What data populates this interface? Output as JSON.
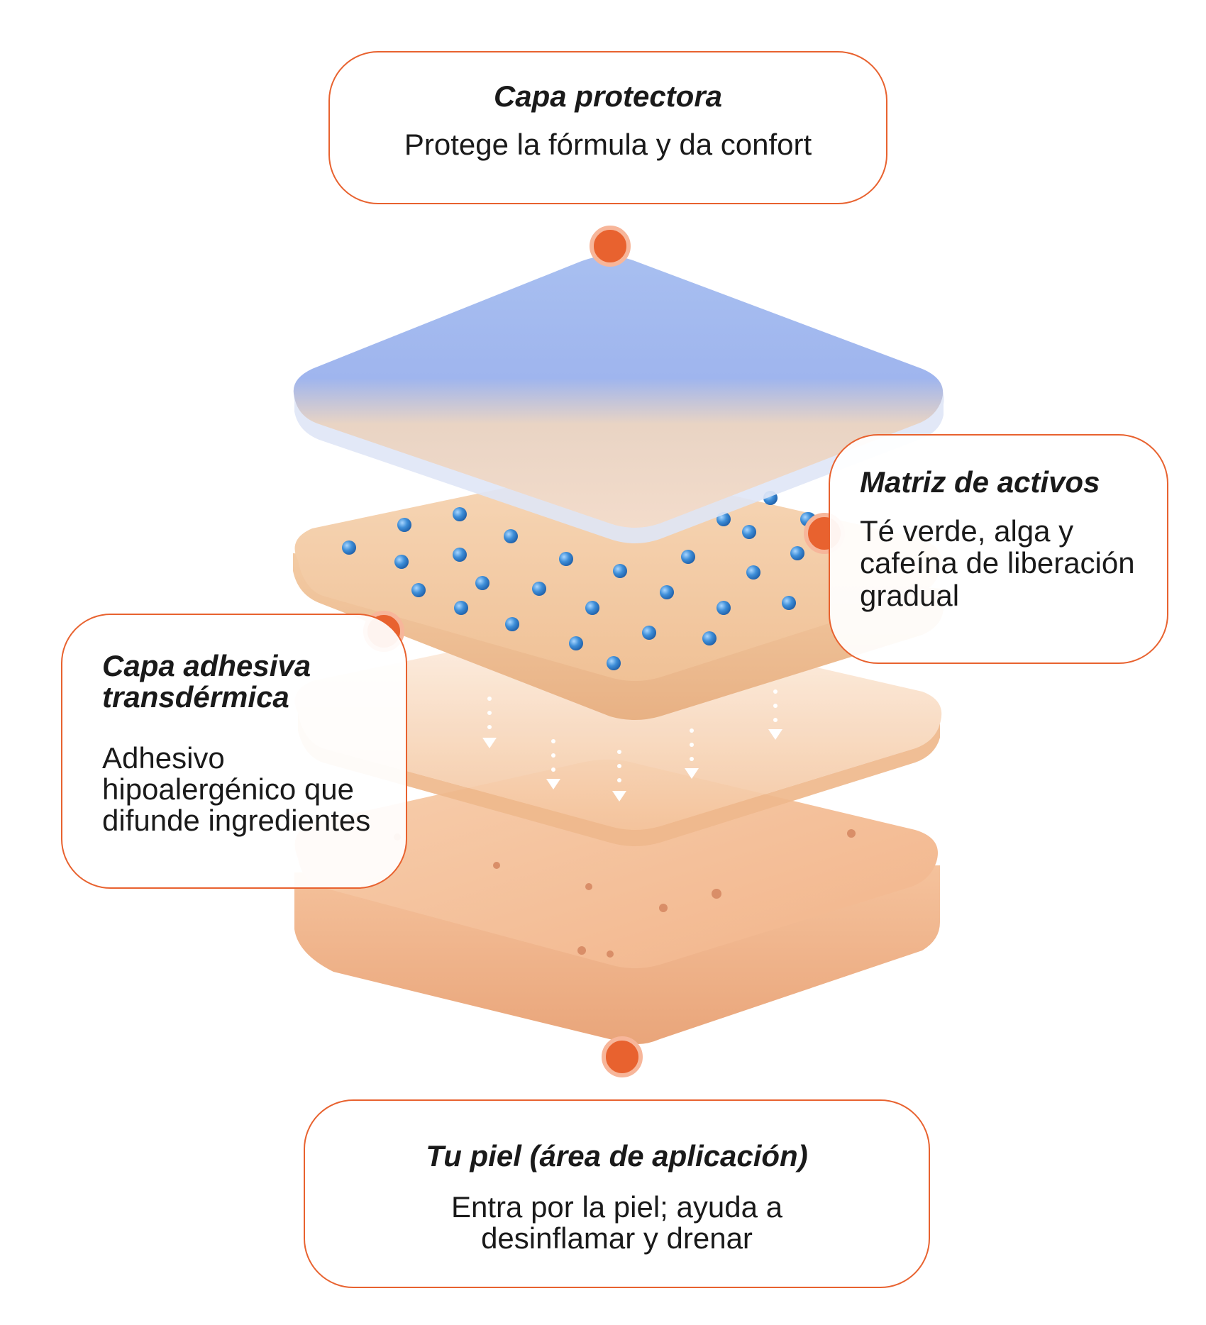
{
  "layers": {
    "protective": {
      "title": "Capa protectora",
      "description": "Protege la fórmula y da confort"
    },
    "active_matrix": {
      "title": "Matriz de activos",
      "description": "Té verde, alga y cafeína de liberación gradual"
    },
    "adhesive": {
      "title": "Capa adhesiva\ntransdérmica",
      "description": "Adhesivo hipoalergénico que difunde ingredientes"
    },
    "skin": {
      "title": "Tu piel (área de aplicación)",
      "description": "Entra por la piel; ayuda a desinflamar y drenar"
    }
  },
  "colors": {
    "accent": "#e8622f",
    "protective_layer": "#9fb8ef",
    "matrix_layer": "#f2c9a2",
    "skin_layer": "#f5b88f",
    "bead": "#3e8ed8"
  }
}
